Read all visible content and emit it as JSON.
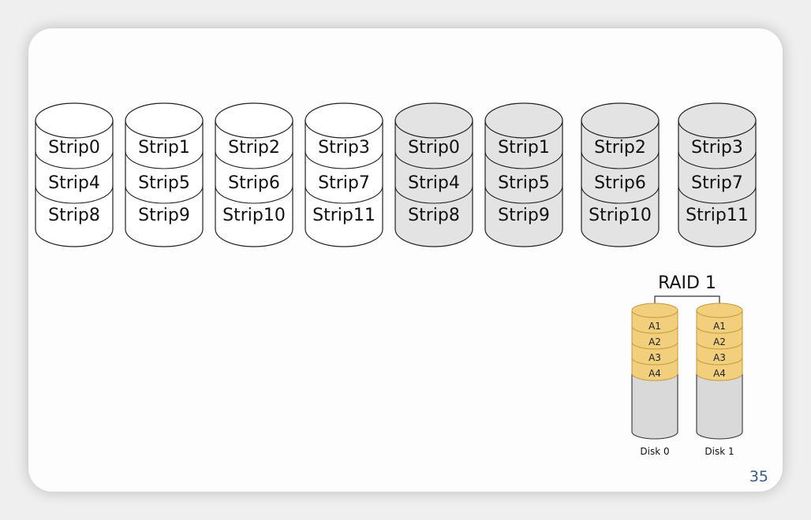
{
  "diagram": {
    "disks": [
      {
        "strips": [
          "Strip0",
          "Strip4",
          "Strip8"
        ],
        "shaded": false
      },
      {
        "strips": [
          "Strip1",
          "Strip5",
          "Strip9"
        ],
        "shaded": false
      },
      {
        "strips": [
          "Strip2",
          "Strip6",
          "Strip10"
        ],
        "shaded": false
      },
      {
        "strips": [
          "Strip3",
          "Strip7",
          "Strip11"
        ],
        "shaded": false
      },
      {
        "strips": [
          "Strip0",
          "Strip4",
          "Strip8"
        ],
        "shaded": true
      },
      {
        "strips": [
          "Strip1",
          "Strip5",
          "Strip9"
        ],
        "shaded": true
      },
      {
        "strips": [
          "Strip2",
          "Strip6",
          "Strip10"
        ],
        "shaded": true
      },
      {
        "strips": [
          "Strip3",
          "Strip7",
          "Strip11"
        ],
        "shaded": true
      }
    ],
    "colors": {
      "plain_disk": "#ffffff",
      "shaded_disk": "#e3e3e3",
      "outline": "#222222"
    }
  },
  "raid": {
    "title": "RAID 1",
    "disks": [
      {
        "caption": "Disk 0",
        "blocks": [
          "A1",
          "A2",
          "A3",
          "A4"
        ]
      },
      {
        "caption": "Disk 1",
        "blocks": [
          "A1",
          "A2",
          "A3",
          "A4"
        ]
      }
    ],
    "colors": {
      "block_fill": "#f1cf7d",
      "block_outline": "#c49a3a",
      "empty_fill": "#d9d9d9"
    }
  },
  "page": {
    "number": "35"
  }
}
